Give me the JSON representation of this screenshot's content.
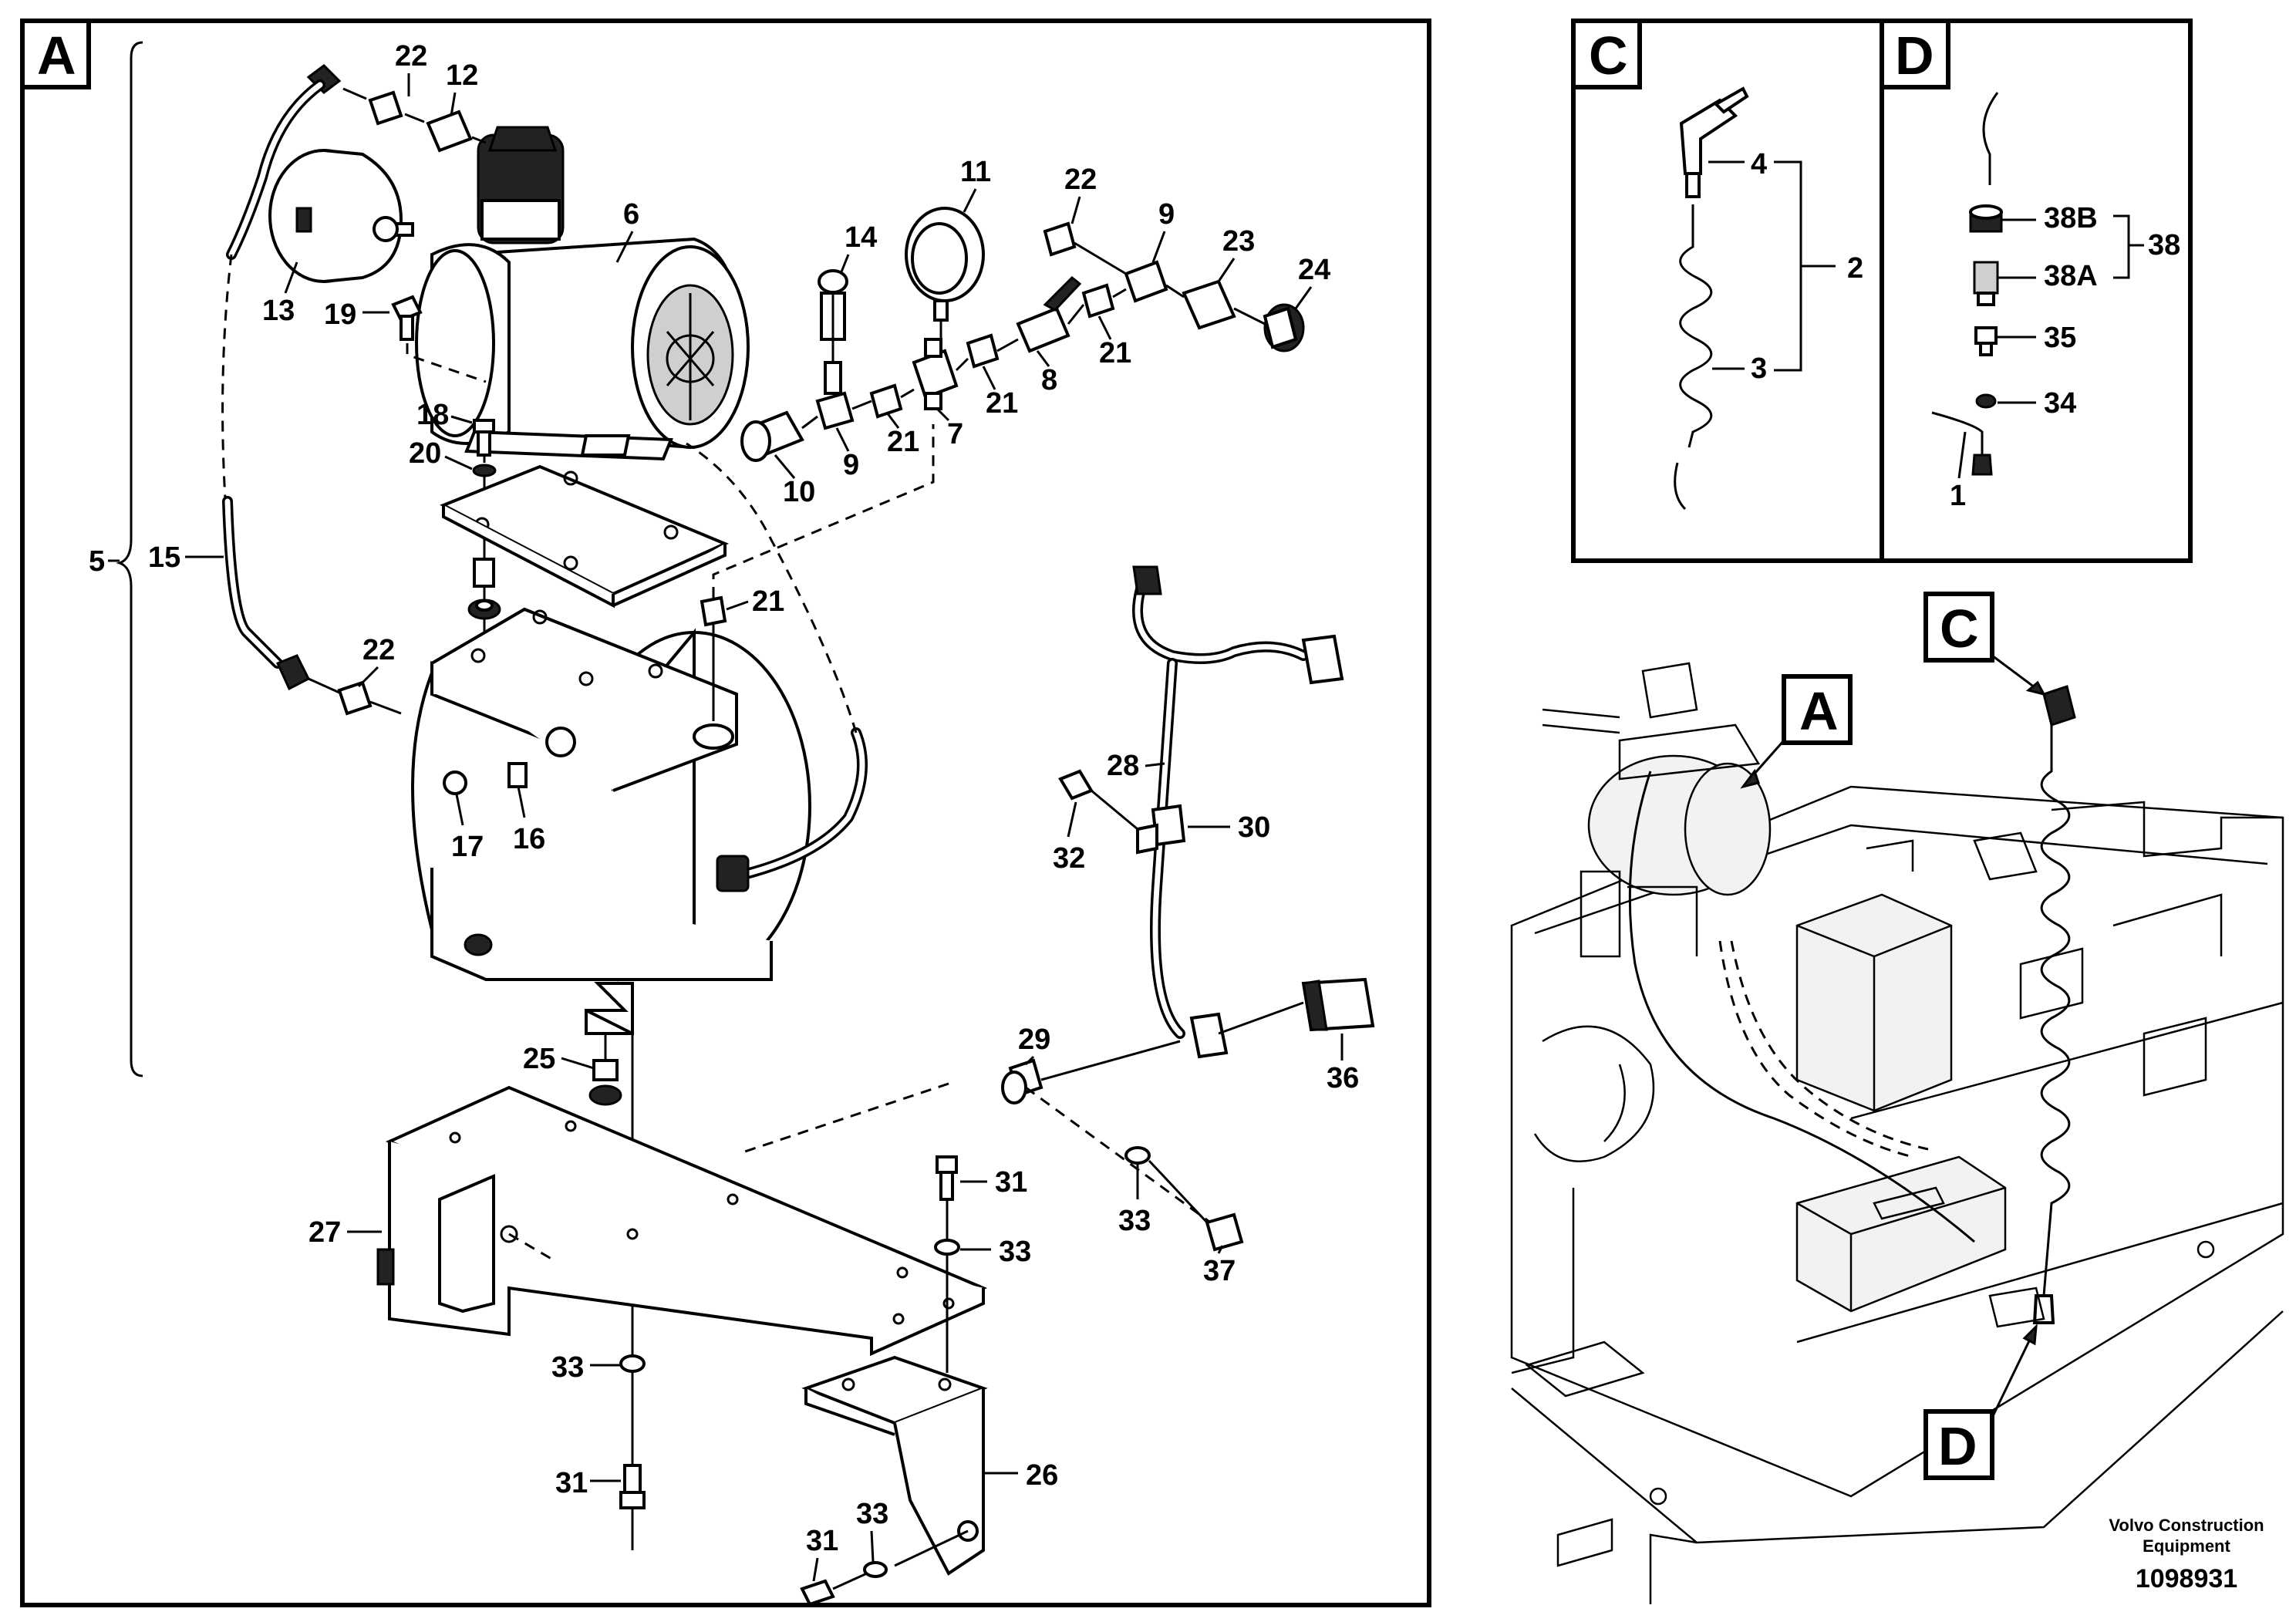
{
  "frames": {
    "a": "A",
    "c": "C",
    "d": "D",
    "overview_a": "A",
    "overview_c": "C",
    "overview_d": "D"
  },
  "callouts": {
    "n22_top": "22",
    "n12": "12",
    "n6": "6",
    "n13": "13",
    "n19": "19",
    "n11": "11",
    "n14": "14",
    "n22_right": "22",
    "n9_right": "9",
    "n23": "23",
    "n24": "24",
    "n18": "18",
    "n20": "20",
    "n10": "10",
    "n9_mid": "9",
    "n21_a": "21",
    "n7": "7",
    "n21_b": "21",
    "n8": "8",
    "n21_c": "21",
    "n5": "5",
    "n15": "15",
    "n21_d": "21",
    "n22_left": "22",
    "n17": "17",
    "n16": "16",
    "n28": "28",
    "n32": "32",
    "n30": "30",
    "n36": "36",
    "n29": "29",
    "n25": "25",
    "n31_a": "31",
    "n33_a": "33",
    "n33_b": "33",
    "n37": "37",
    "n27": "27",
    "n33_c": "33",
    "n31_b": "31",
    "n26": "26",
    "n33_d": "33",
    "n31_c": "31",
    "c_n4": "4",
    "c_n2": "2",
    "c_n3": "3",
    "d_n38b": "38B",
    "d_n38": "38",
    "d_n38a": "38A",
    "d_n35": "35",
    "d_n34": "34",
    "d_n1": "1"
  },
  "credit": {
    "line1": "Volvo Construction",
    "line2": "Equipment",
    "docnum": "1098931"
  }
}
